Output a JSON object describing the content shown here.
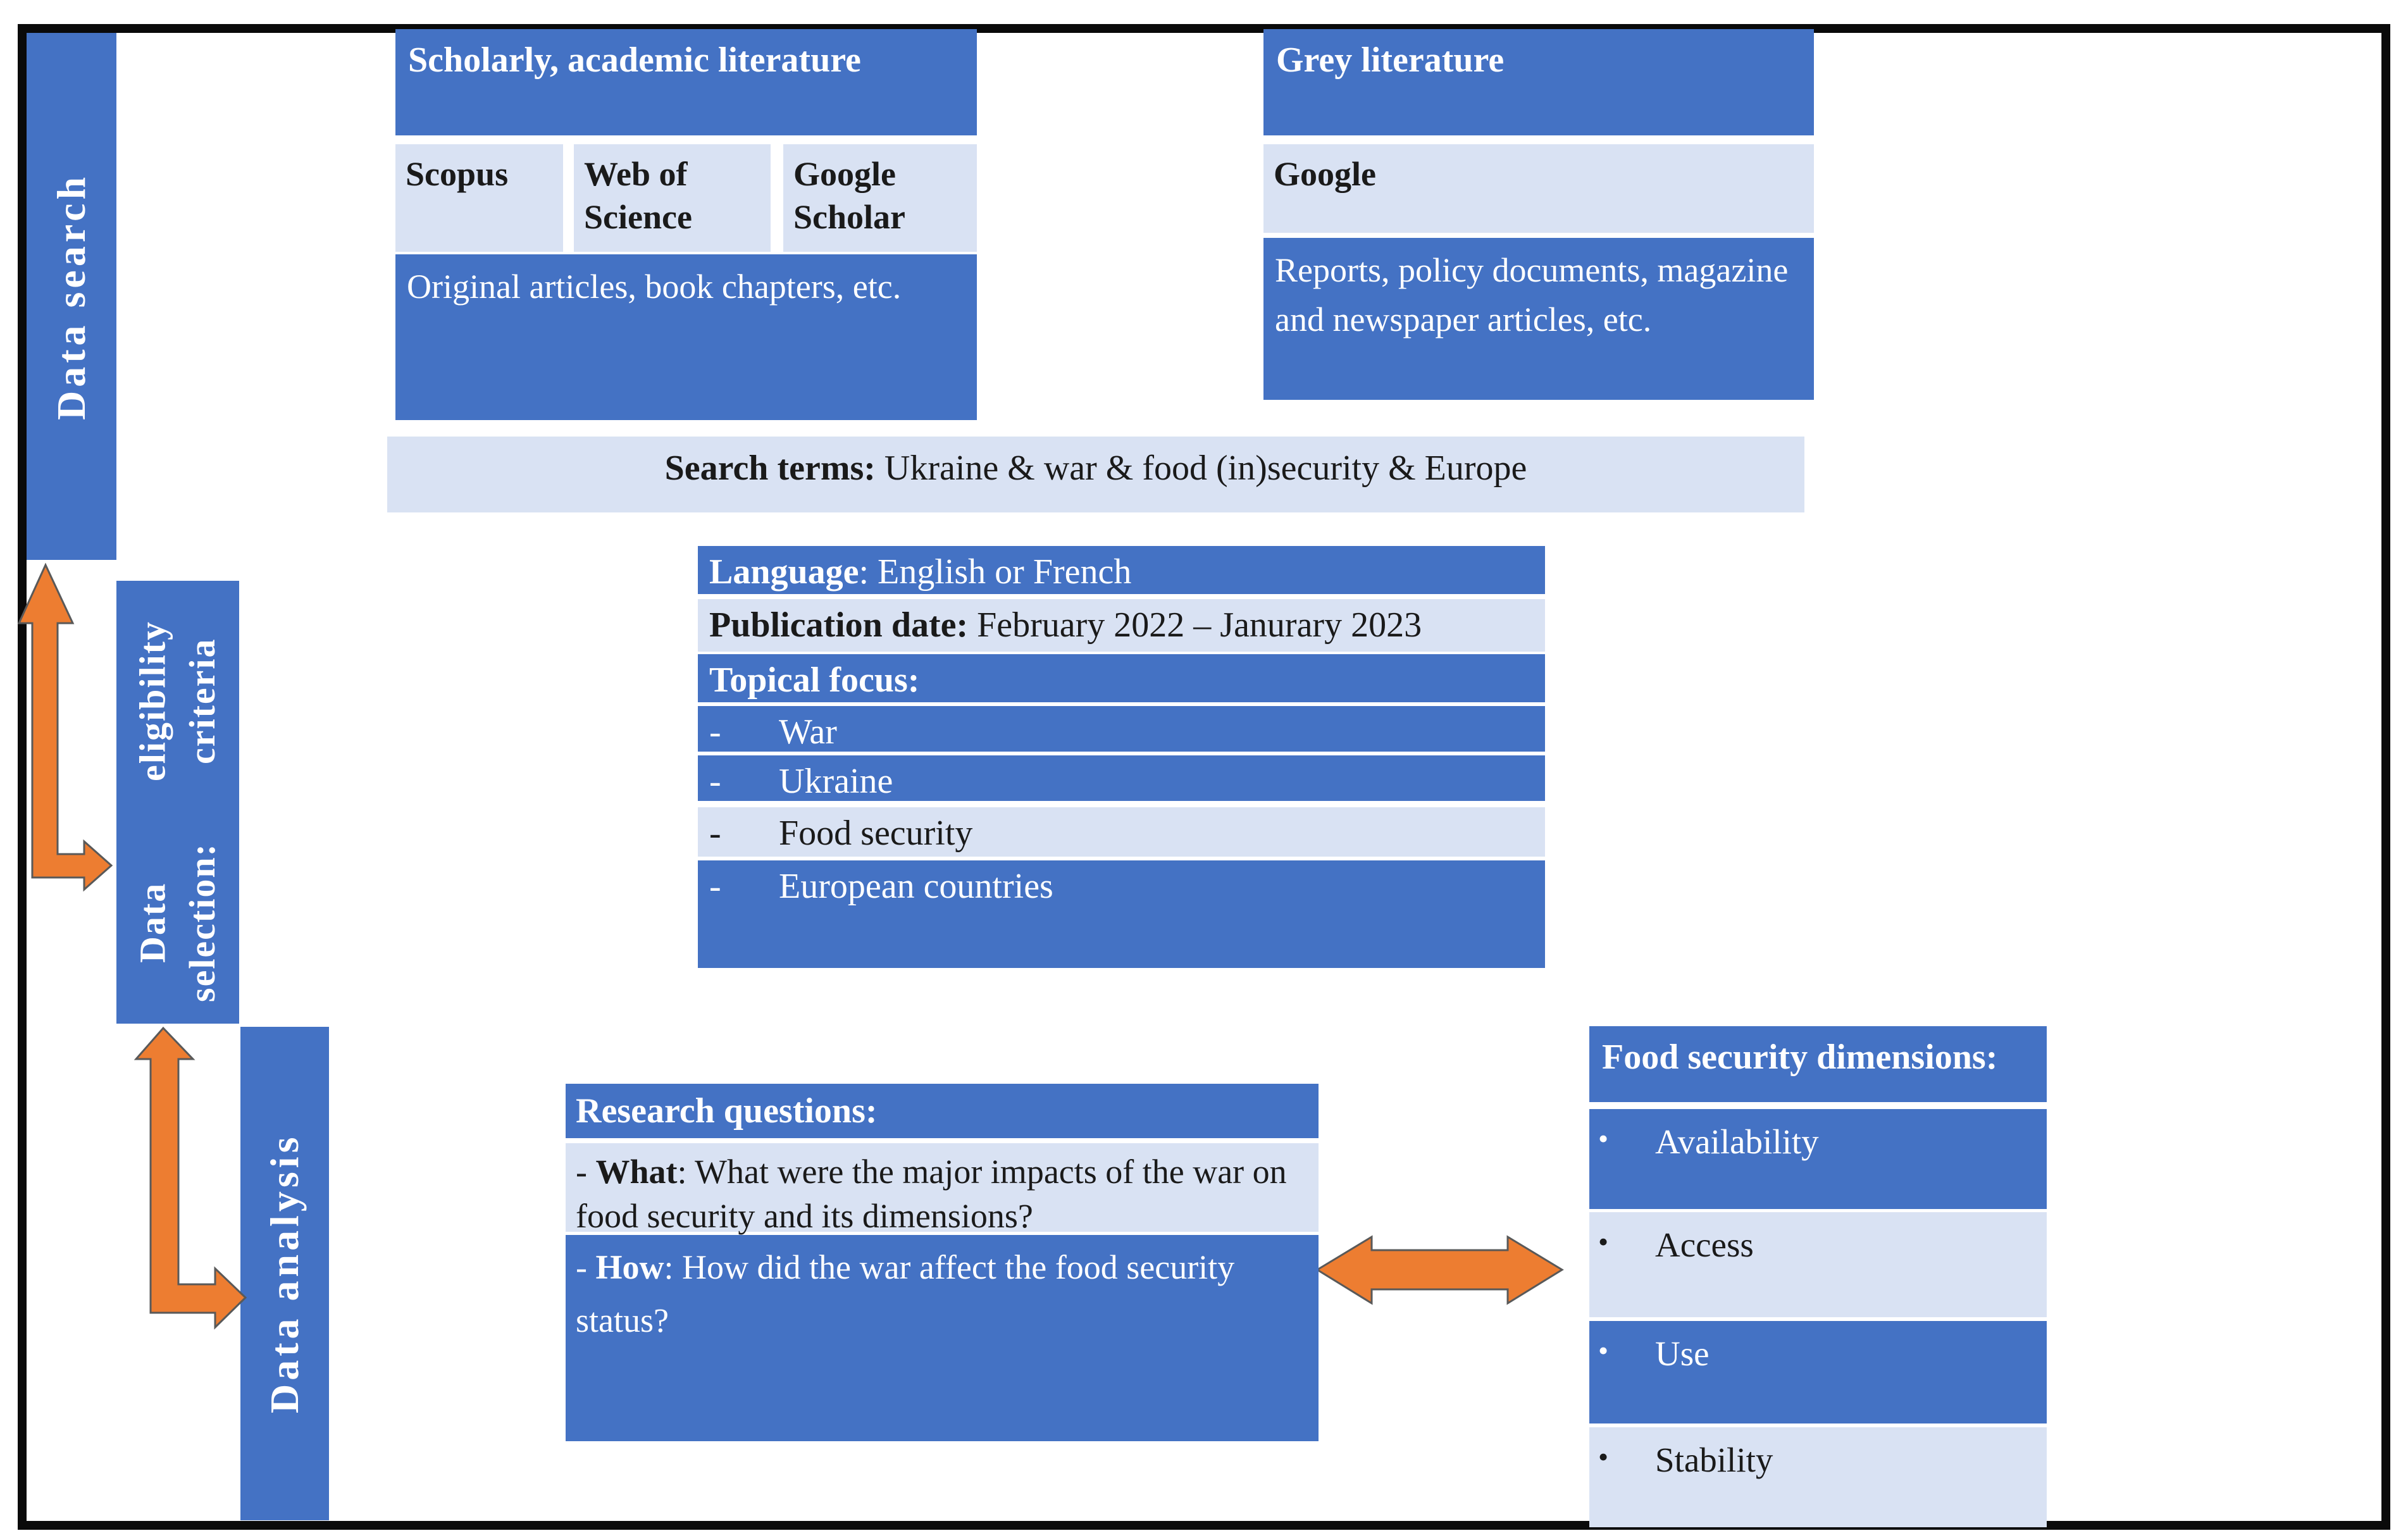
{
  "figure": {
    "type": "methodology-flow-diagram",
    "colors": {
      "box_blue": "#4472C4",
      "box_light": "#D9E2F3",
      "arrow_orange": "#ED7D31",
      "arrow_outline": "#595959",
      "frame_black": "#0a0a0a",
      "text_white": "#ffffff",
      "text_black": "#1a1a1a"
    }
  },
  "stages": {
    "search": "Data search",
    "selection_line1": "Data selection:",
    "selection_line2": "eligibility criteria",
    "analysis": "Data analysis"
  },
  "scholarly": {
    "title": "Scholarly, academic literature",
    "db1": "Scopus",
    "db2": "Web of Science",
    "db3": "Google Scholar",
    "types": "Original articles, book chapters, etc."
  },
  "grey": {
    "title": "Grey literature",
    "db1": "Google",
    "types": "Reports, policy documents, magazine and newspaper articles, etc."
  },
  "search_terms": {
    "label": "Search terms:",
    "value": " Ukraine & war & food (in)security & Europe"
  },
  "criteria": {
    "language_label": "Language",
    "language_rest": ": English or French",
    "pubdate_label": "Publication date:",
    "pubdate_rest": " February 2022 – Janurary 2023",
    "topical_label": "Topical focus:",
    "marker": "-",
    "topics": [
      "War",
      "Ukraine",
      "Food security",
      "European countries"
    ]
  },
  "research_questions": {
    "title": "Research questions:",
    "q1_prefix": "- ",
    "q1_bold": "What",
    "q1_rest": ": What were the major impacts of the war on food security and its dimensions?",
    "q2_prefix": "- ",
    "q2_bold": "How",
    "q2_rest": ": How did the war affect the food security status?"
  },
  "dimensions": {
    "title": "Food security dimensions:",
    "marker": "•",
    "items": [
      "Availability",
      "Access",
      "Use",
      "Stability"
    ]
  }
}
